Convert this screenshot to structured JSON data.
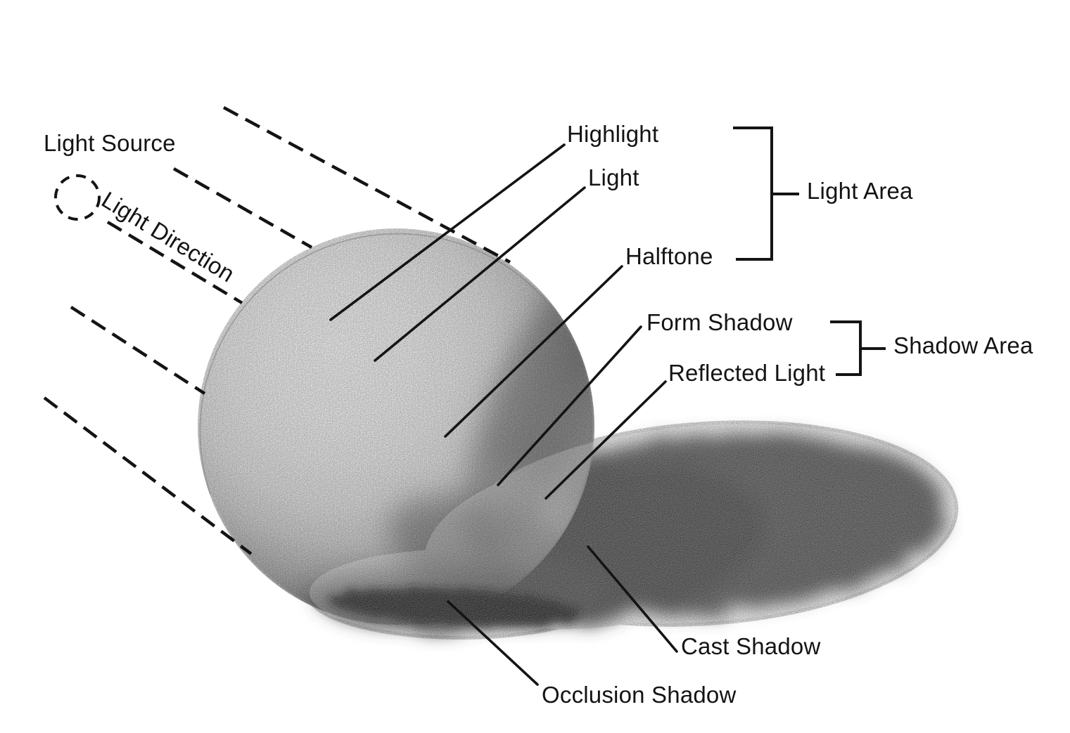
{
  "diagram": {
    "title_implicit": "Sphere shading terminology diagram",
    "labels": {
      "light_source": "Light Source",
      "light_direction": "Light Direction",
      "highlight": "Highlight",
      "light": "Light",
      "halftone": "Halftone",
      "form_shadow": "Form Shadow",
      "reflected_light": "Reflected Light",
      "light_area": "Light Area",
      "shadow_area": "Shadow Area",
      "cast_shadow": "Cast Shadow",
      "occlusion_shadow": "Occlusion Shadow"
    },
    "groups": {
      "light_area_members": [
        "Highlight",
        "Light",
        "Halftone"
      ],
      "shadow_area_members": [
        "Form Shadow",
        "Reflected Light"
      ]
    },
    "icons": {
      "light_source_symbol": "dashed-circle-icon",
      "light_rays": "dashed-diagonal-lines"
    },
    "colors": {
      "ink": "#141414",
      "paper": "#ffffff",
      "sphere_highlight": "#ffffff",
      "sphere_midtone": "#cfcfcf",
      "form_shadow": "#6e6e6e",
      "cast_shadow": "#474747",
      "occlusion_shadow": "#1a1a1a"
    }
  }
}
